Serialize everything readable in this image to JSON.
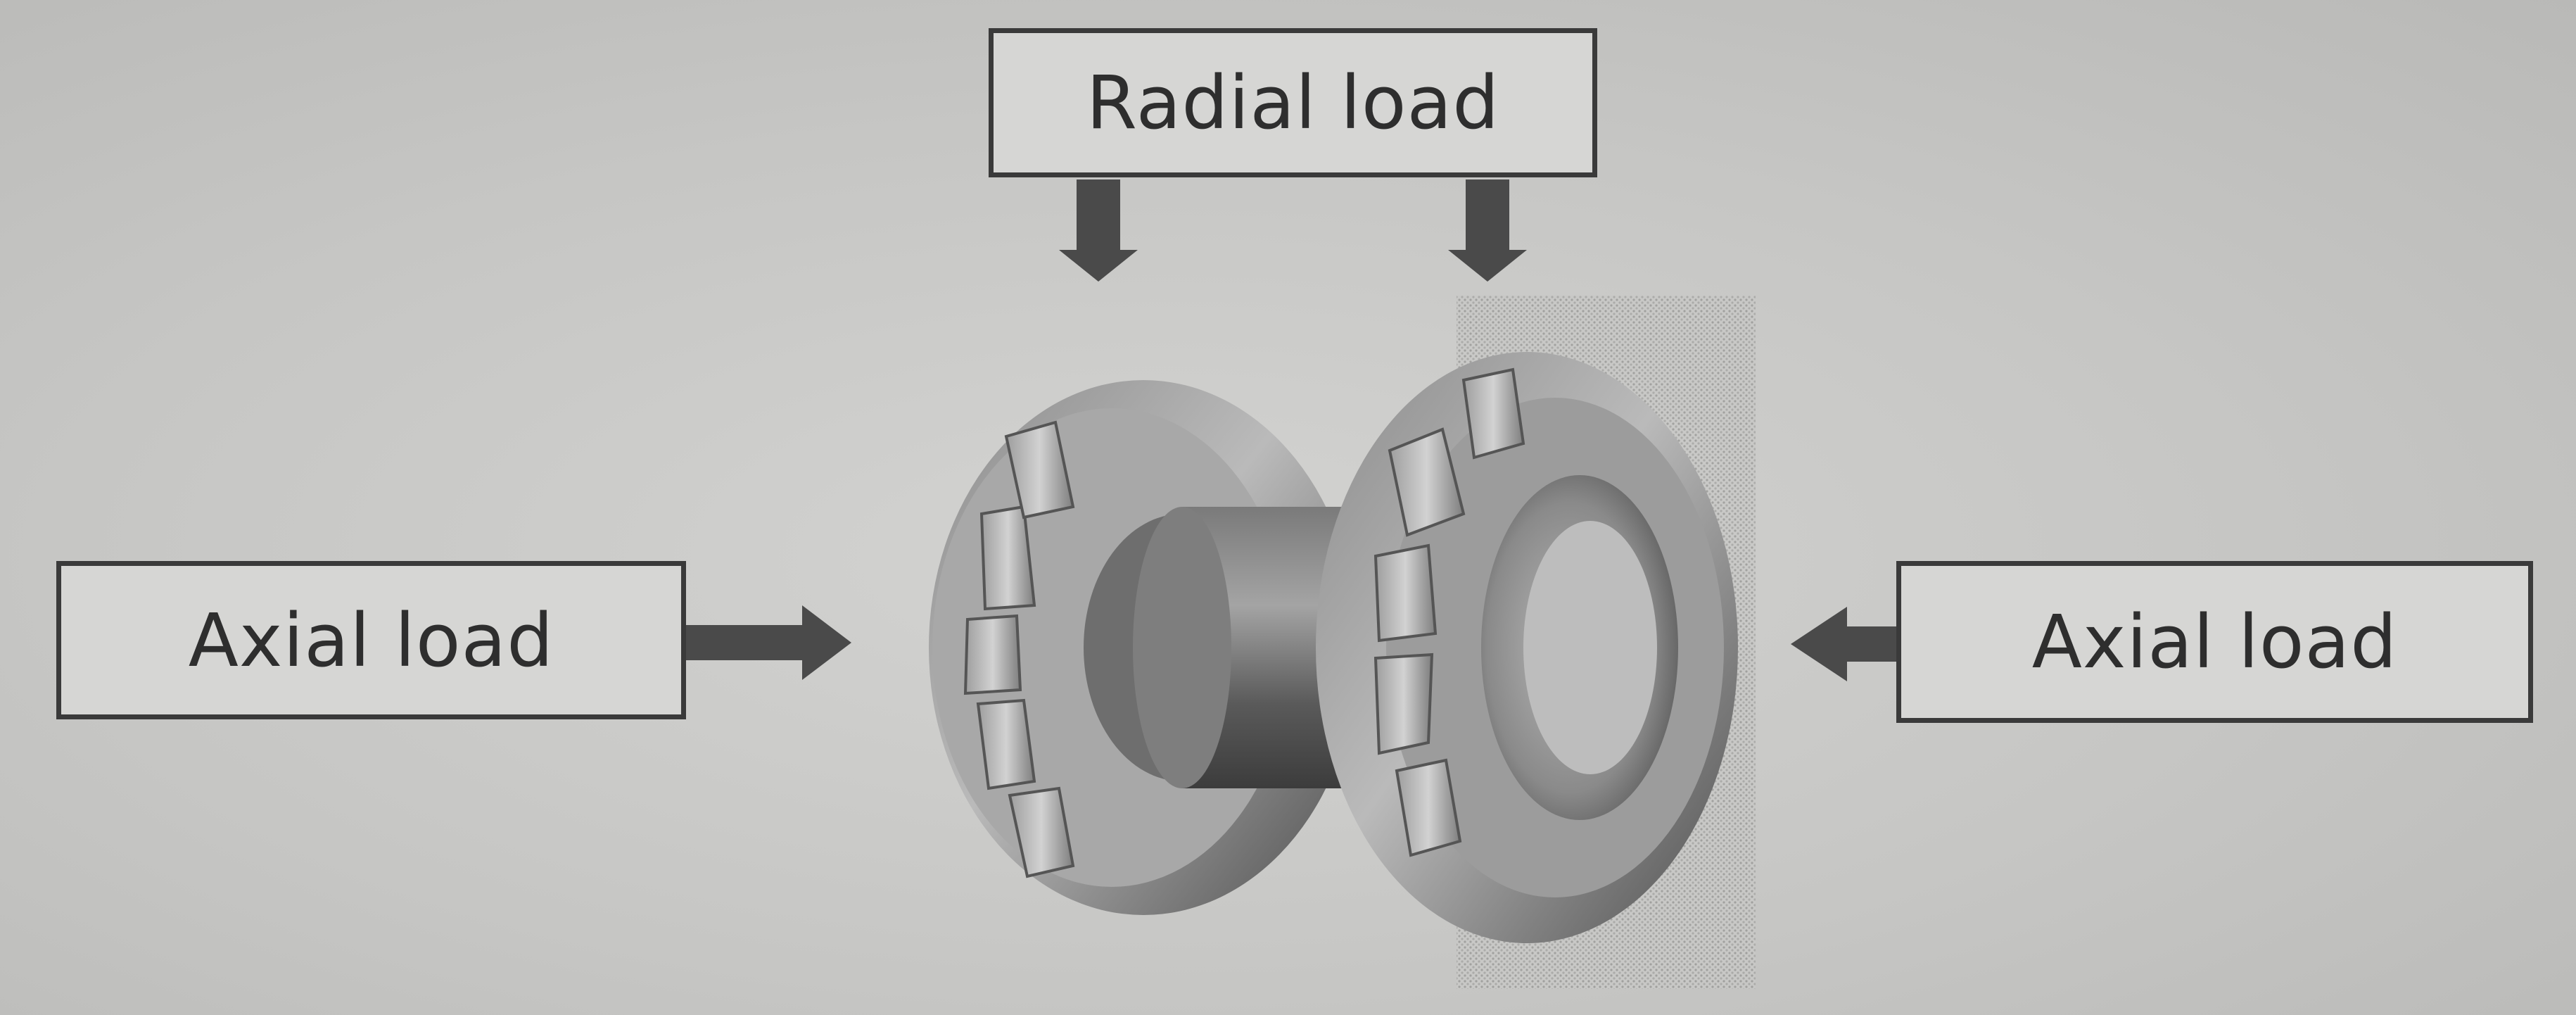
{
  "labels": {
    "radial_load": "Radial load",
    "axial_load_left": "Axial load",
    "axial_load_right": "Axial load"
  },
  "colors": {
    "background": "#c9c9c7",
    "box_border": "#3a3a3a",
    "arrow_fill": "#4a4a4a",
    "bearing_dark": "#555555",
    "bearing_light": "#bdbdbd"
  }
}
